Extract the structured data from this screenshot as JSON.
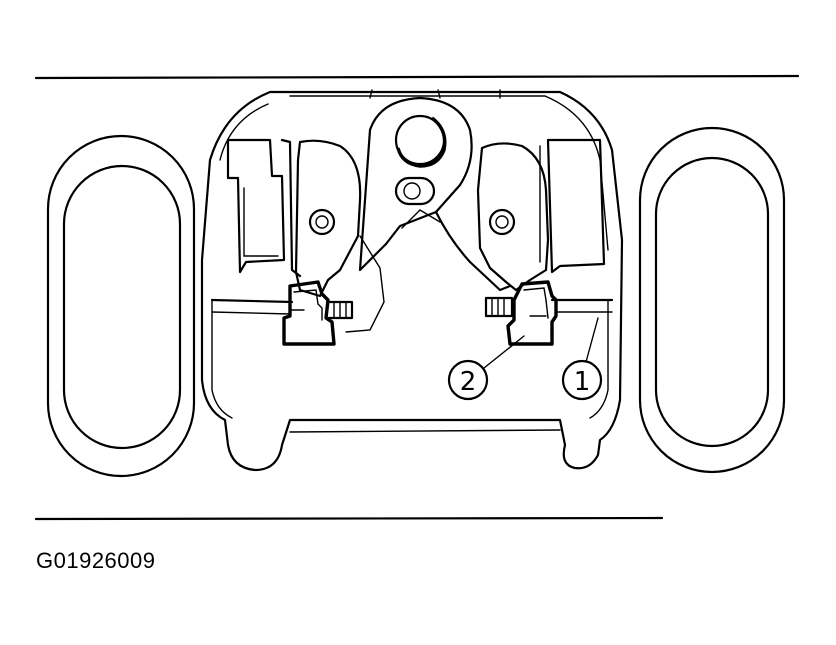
{
  "figure_id": "G01926009",
  "callouts": [
    {
      "label": "1"
    },
    {
      "label": "2"
    }
  ]
}
